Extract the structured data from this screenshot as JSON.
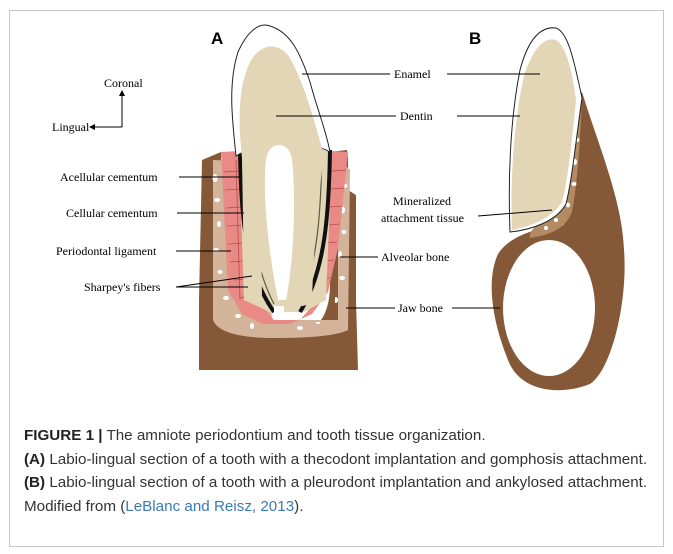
{
  "panels": {
    "a_letter": "A",
    "b_letter": "B"
  },
  "orientation": {
    "coronal": "Coronal",
    "lingual": "Lingual"
  },
  "labels": {
    "enamel": "Enamel",
    "dentin": "Dentin",
    "acellular_cementum": "Acellular cementum",
    "cellular_cementum": "Cellular cementum",
    "periodontal_ligament": "Periodontal ligament",
    "sharpeys_fibers": "Sharpey's fibers",
    "alveolar_bone": "Alveolar bone",
    "jaw_bone": "Jaw bone",
    "mineralized_line1": "Mineralized",
    "mineralized_line2": "attachment tissue"
  },
  "caption": {
    "figure_label": "FIGURE 1 |",
    "title": " The amniote periodontium and tooth tissue organization.",
    "a_marker": "(A)",
    "a_text": " Labio-lingual section of a tooth with a thecodont implantation and gomphosis attachment.",
    "b_marker": "(B)",
    "b_text": " Labio-lingual section of a tooth with a pleurodont implantation and ankylosed attachment. Modified from (",
    "reference": "LeBlanc and Reisz, 2013",
    "closing": ")."
  },
  "colors": {
    "enamel": "#ffffff",
    "dentin": "#e3d6b6",
    "bone": "#855838",
    "alveolar": "#d3b49b",
    "ligament": "#e98a87",
    "cementum": "#111111",
    "reference_link": "#3a7ab8"
  }
}
